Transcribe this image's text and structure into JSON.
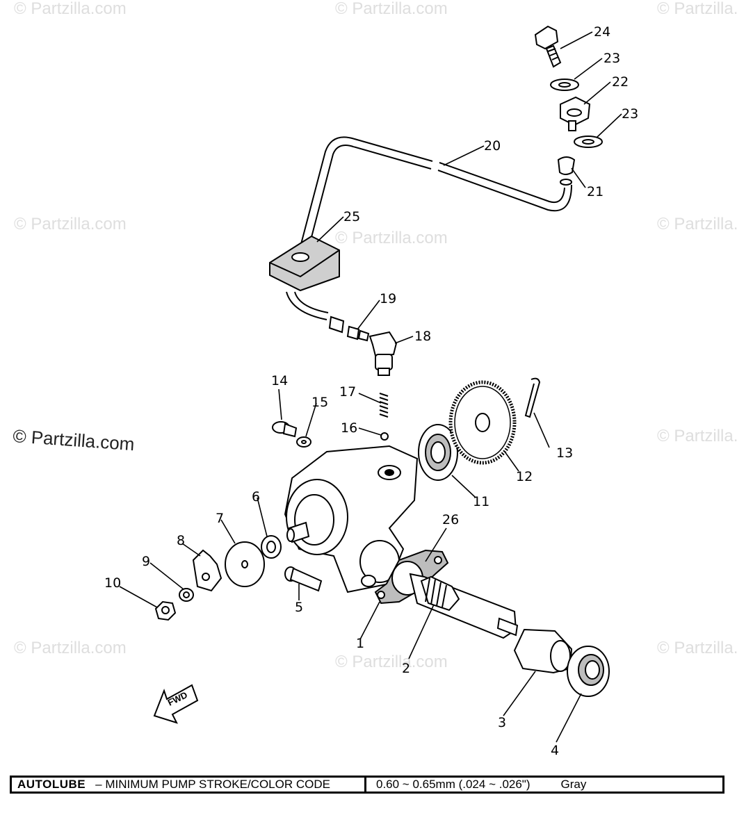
{
  "watermark": {
    "text": "© Partzilla.com",
    "center_text": "© Partzilla.com"
  },
  "callouts": [
    "1",
    "2",
    "3",
    "4",
    "5",
    "6",
    "7",
    "8",
    "9",
    "10",
    "11",
    "12",
    "13",
    "14",
    "15",
    "16",
    "17",
    "18",
    "19",
    "20",
    "21",
    "22",
    "23",
    "23",
    "24",
    "25",
    "26"
  ],
  "fwd_label": "FWD",
  "spec": {
    "title": "AUTOLUBE",
    "description": "– MINIMUM PUMP STROKE/COLOR CODE",
    "value": "0.60 ~ 0.65mm   (.024 ~ .026\")",
    "color_code": "Gray"
  }
}
